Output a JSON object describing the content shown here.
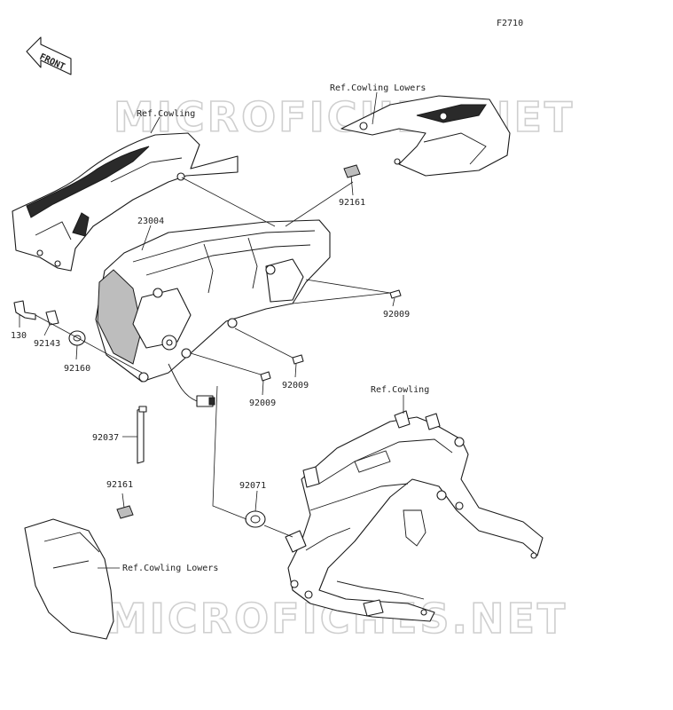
{
  "figure_code": "F2710",
  "front_arrow_label": "FRONT",
  "watermark_text": "MICROFICHES.NET",
  "labels": {
    "ref_cowling_top": "Ref.Cowling",
    "ref_cowling_lowers_top": "Ref.Cowling Lowers",
    "part_23004": "23004",
    "part_92161_top": "92161",
    "part_92009_right": "92009",
    "part_92009_mid": "92009",
    "part_92009_low": "92009",
    "part_130": "130",
    "part_92143": "92143",
    "part_92160": "92160",
    "part_92037": "92037",
    "part_92161_bottom": "92161",
    "part_92071": "92071",
    "ref_cowling_frame": "Ref.Cowling",
    "ref_cowling_lowers_bottom": "Ref.Cowling Lowers"
  },
  "colors": {
    "line": "#1a1a1a",
    "watermark": "#cfcfcf",
    "background": "#ffffff"
  }
}
